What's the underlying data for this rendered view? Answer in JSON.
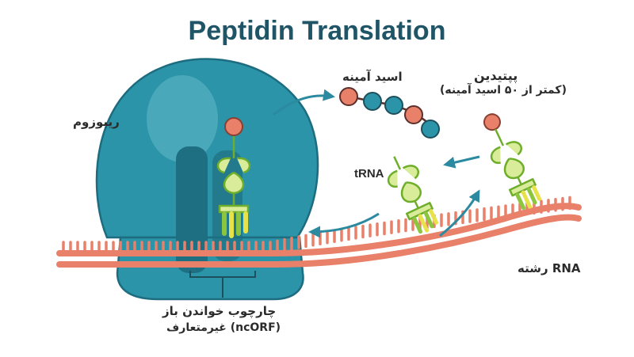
{
  "title": "Peptidin Translation",
  "labels": {
    "ribosome": "ریبوزوم",
    "amino_acid": "اسید آمینه",
    "peptide_line1": "پپتیدین",
    "peptide_line2": "(کمتر از ۵۰ اسید آمینه)",
    "trna": "tRNA",
    "rna_strand": "رشته RNA",
    "ncorf_line1": "چارچوب خواندن باز",
    "ncorf_line2": "غیرمتعارف (ncORF)"
  },
  "colors": {
    "title": "#1f5566",
    "ribosome": "#2c94a8",
    "ribosome_dark": "#1f6f82",
    "rna": "#e8806a",
    "trna_stroke": "#8cc63f",
    "trna_fill": "#d8ec9a",
    "amino_red": "#e8806a",
    "amino_teal": "#2c94a8",
    "arrow": "#2c8aa0"
  }
}
